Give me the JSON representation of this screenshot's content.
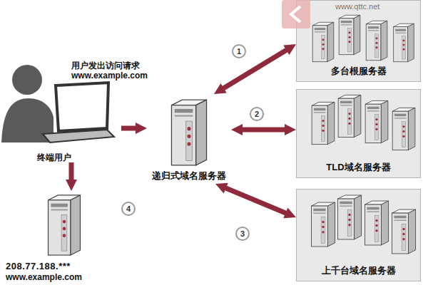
{
  "diagram": {
    "nodes": [
      {
        "text": [
          "用户发出访问请求 www.example.com",
          "终端用户"
        ]
      },
      {
        "text": [
          "递归式域名服务器"
        ]
      },
      {
        "text": [
          "多台根服务器"
        ]
      },
      {
        "text": [
          "TLD域名服务器"
        ]
      },
      {
        "text": [
          "上千台域名服务器"
        ]
      },
      {
        "text": [
          "208.77.188.***",
          "www.example.com"
        ]
      }
    ],
    "edges": [
      {
        "from": 0,
        "to": 1,
        "arrow": "to"
      },
      {
        "from": 1,
        "to": 2,
        "arrow": "both"
      },
      {
        "from": 1,
        "to": 3,
        "arrow": "both"
      },
      {
        "from": 1,
        "to": 4,
        "arrow": "both"
      },
      {
        "from": 0,
        "to": 5,
        "arrow": "to"
      }
    ],
    "labels": [
      "1",
      "2",
      "3",
      "4",
      "www.qttc.net"
    ]
  }
}
